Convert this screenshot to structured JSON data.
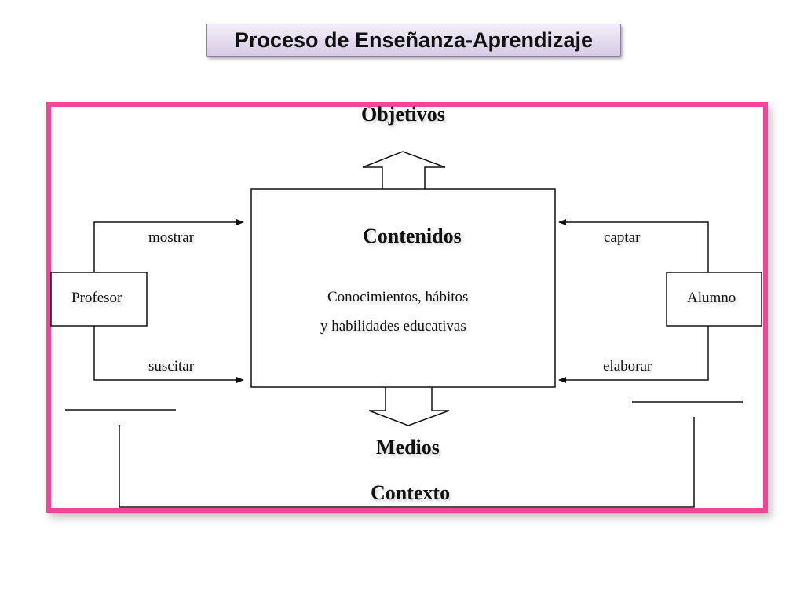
{
  "title": "Proceso de Enseñanza-Aprendizaje",
  "diagram": {
    "objetivos": "Objetivos",
    "contenidos": "Contenidos",
    "contenidos_line1": "Conocimientos, hábitos",
    "contenidos_line2": "y habilidades educativas",
    "medios": "Medios",
    "contexto": "Contexto",
    "profesor": "Profesor",
    "alumno": "Alumno",
    "mostrar": "mostrar",
    "suscitar": "suscitar",
    "captar": "captar",
    "elaborar": "elaborar"
  },
  "colors": {
    "frame": "#f0469a",
    "title_bg": "#d7cbe6"
  }
}
